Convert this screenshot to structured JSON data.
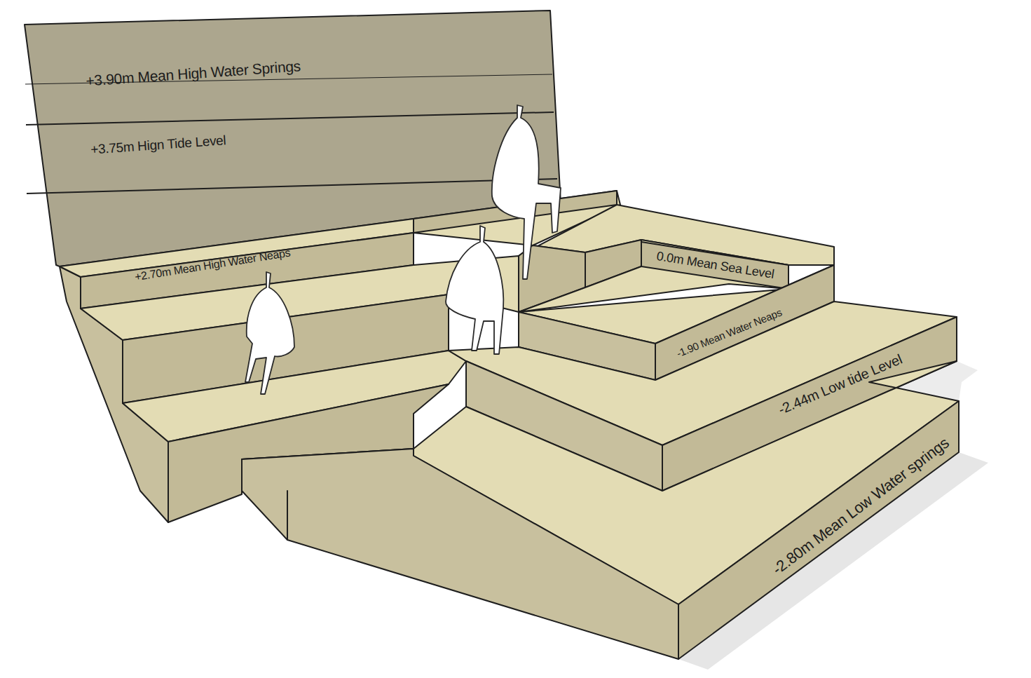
{
  "diagram": {
    "labels": [
      "+3.90m Mean High Water Springs",
      "+3.75m Hign Tide Level",
      "+2.70m Mean High Water Neaps",
      "0.0m Mean Sea Level",
      "-1.90 Mean Water Neaps",
      "-2.44m Low tide Level",
      "-2.80m Mean Low Water springs"
    ]
  }
}
